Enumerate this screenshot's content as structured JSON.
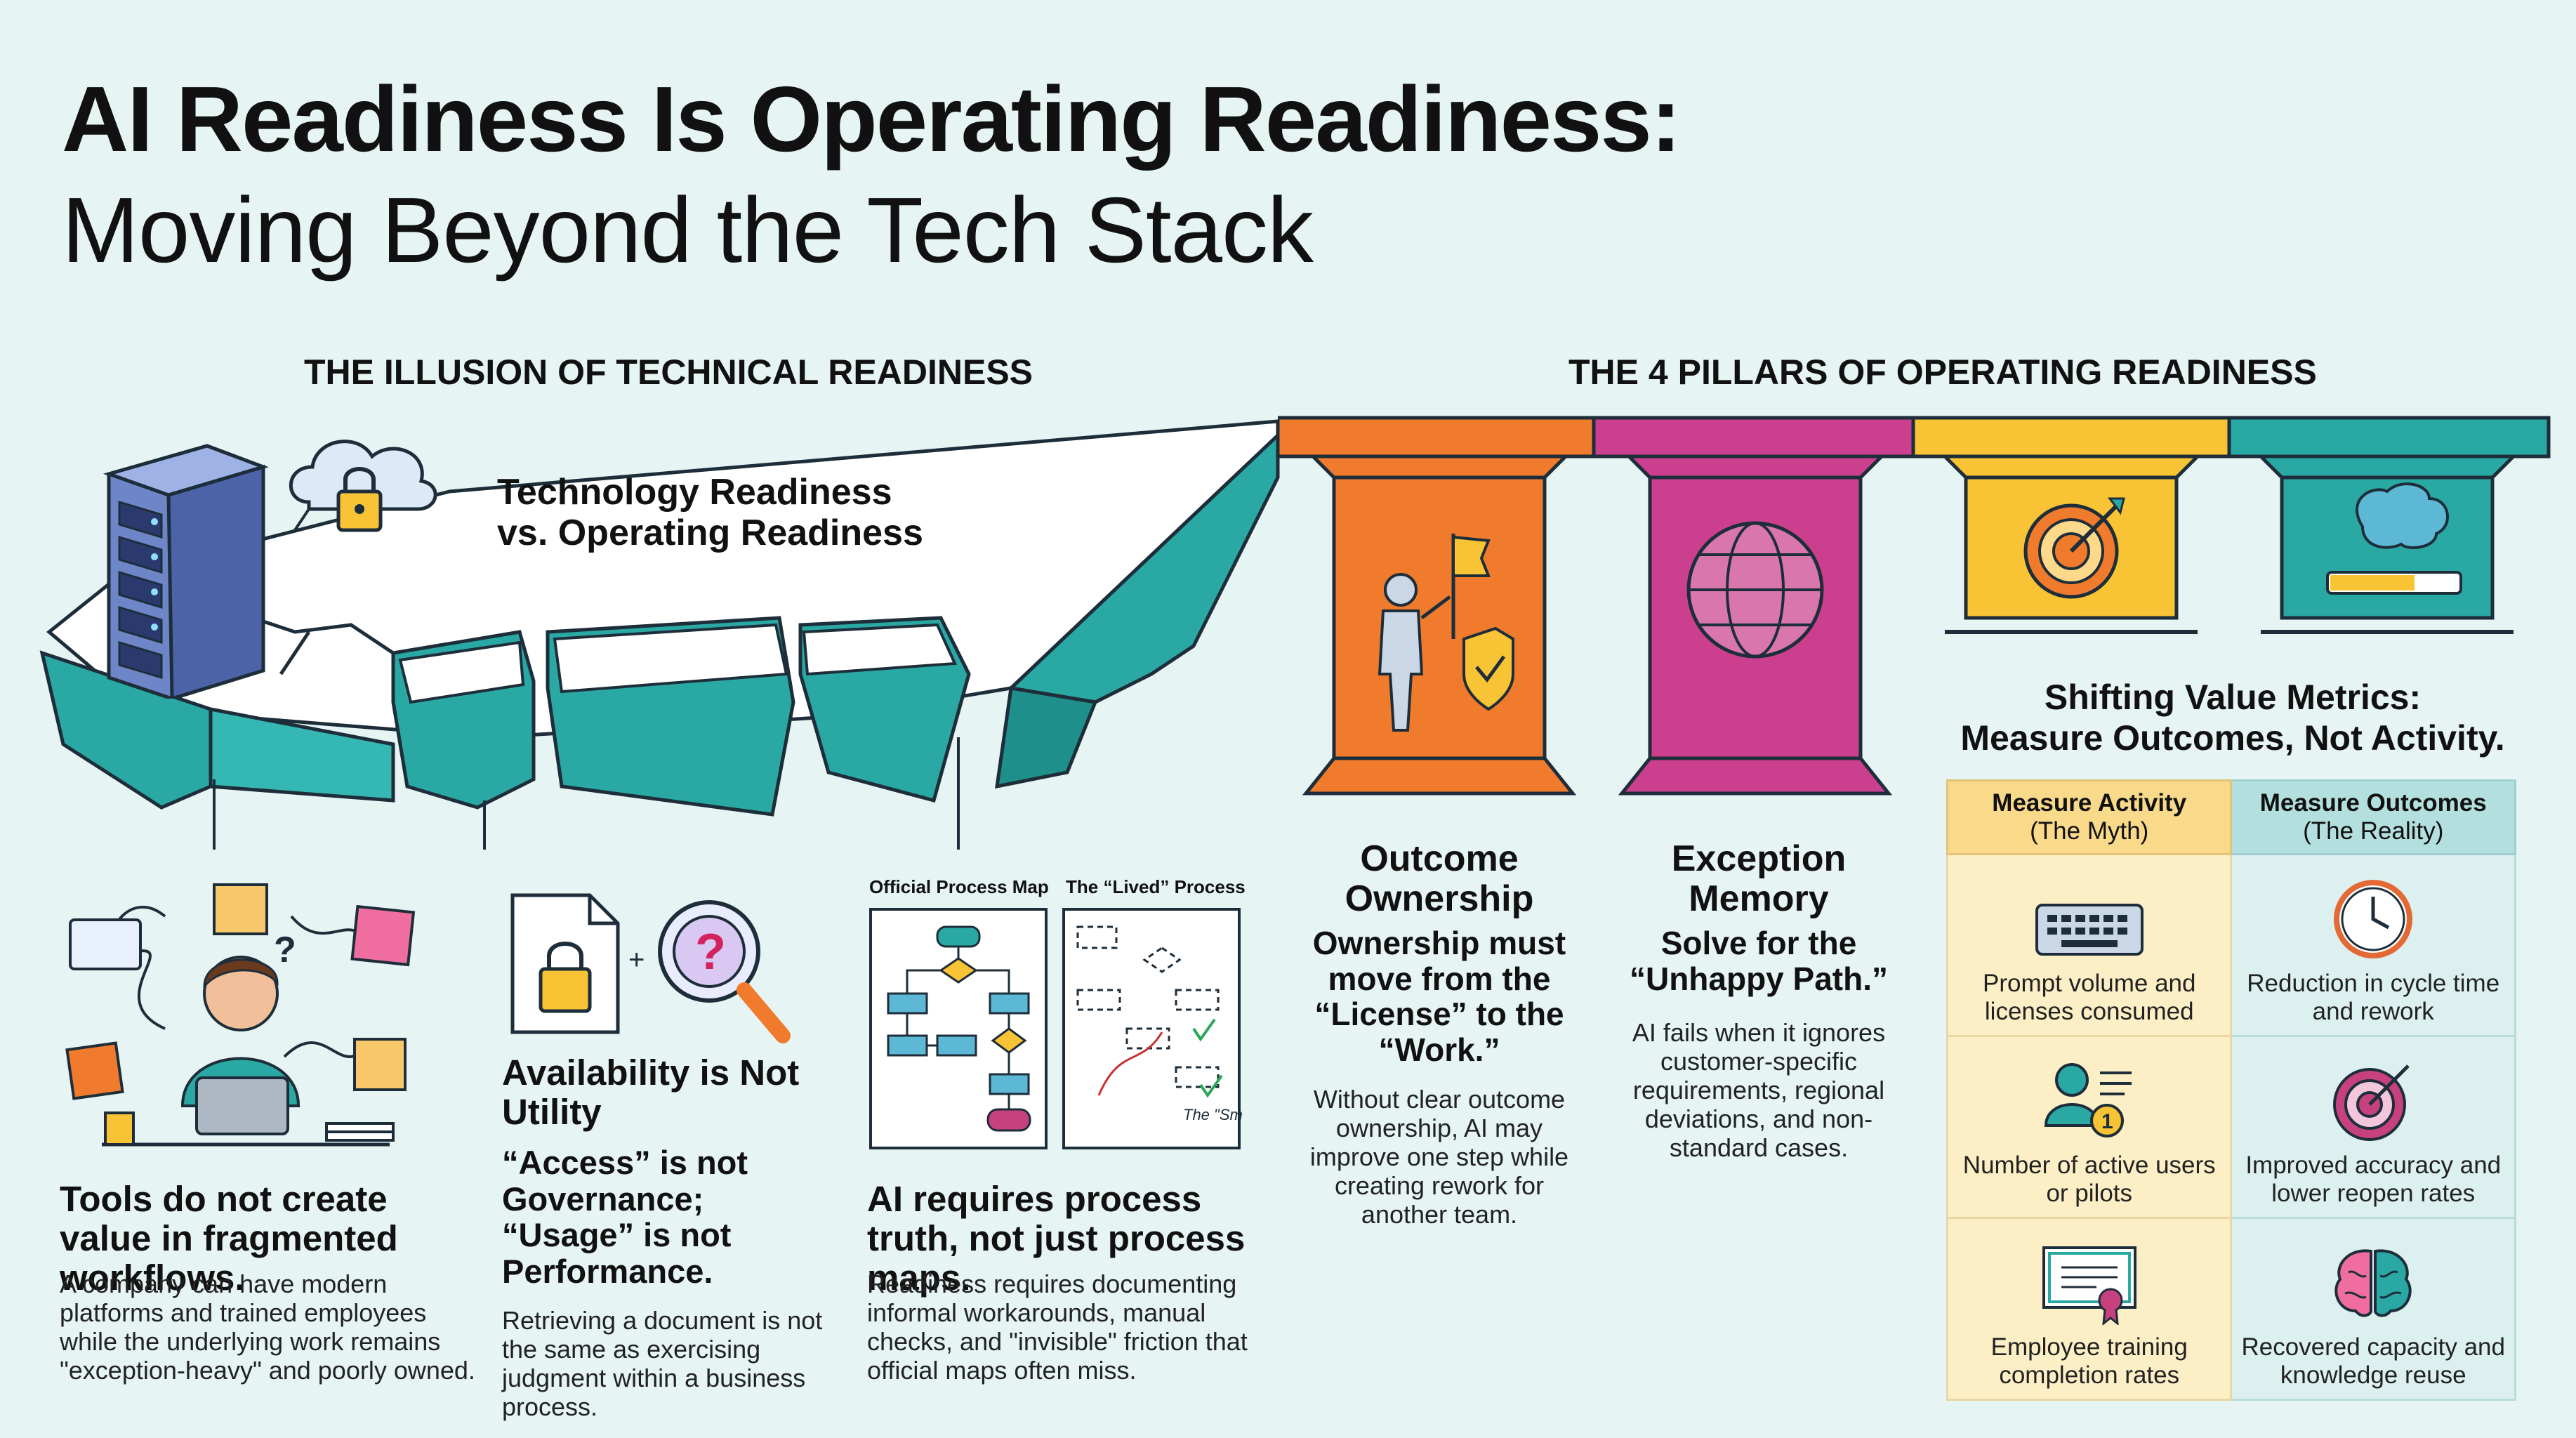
{
  "title": {
    "line1": "AI Readiness Is Operating Readiness:",
    "line2": "Moving Beyond the Tech Stack"
  },
  "left_section": {
    "heading": "THE ILLUSION OF TECHNICAL READINESS",
    "cliff_label": "Technology Readiness\nvs. Operating Readiness",
    "columns": [
      {
        "heading": "Tools do not create value in fragmented workflows.",
        "body": "A company can have modern platforms and trained employees while the underlying work remains \"exception-heavy\" and poorly owned."
      },
      {
        "heading": "Availability is Not Utility",
        "subheading": "“Access” is not Governance; “Usage” is not Performance.",
        "body": "Retrieving a document is not the same as exercising judgment within a business process."
      },
      {
        "heading": "AI requires process truth, not just process maps.",
        "body": "Readiness requires documenting informal workarounds, manual checks, and \"invisible\" friction that official maps often miss.",
        "map_labels": {
          "official": "Official Process Map",
          "lived": "The “Lived” Process"
        }
      }
    ]
  },
  "right_section": {
    "heading": "THE 4 PILLARS OF OPERATING READINESS",
    "pillars": [
      {
        "name": "Outcome Ownership",
        "tagline": "Ownership must move from the “License” to the “Work.”",
        "body": "Without clear outcome ownership, AI may improve one step while creating rework for another team.",
        "color": "#f07b2c",
        "icon": "person-flag-shield-icon"
      },
      {
        "name": "Exception Memory",
        "tagline": "Solve for the “Unhappy Path.”",
        "body": "AI fails when it ignores customer-specific requirements, regional deviations, and non-standard cases.",
        "color": "#cc3f8e",
        "icon": "globe-icon"
      },
      {
        "color": "#f8c335",
        "icon": "target-icon"
      },
      {
        "color": "#2aa8a4",
        "icon": "brain-progress-icon"
      }
    ],
    "metrics": {
      "title": "Shifting Value Metrics:\nMeasure Outcomes, Not Activity.",
      "columns": [
        {
          "header": "Measure Activity",
          "sub": "(The Myth)"
        },
        {
          "header": "Measure Outcomes",
          "sub": "(The Reality)"
        }
      ],
      "rows": [
        {
          "activity": "Prompt volume and licenses consumed",
          "outcome": "Reduction in cycle time and rework",
          "activity_icon": "keyboard-icon",
          "outcome_icon": "clock-icon"
        },
        {
          "activity": "Number of active users or pilots",
          "outcome": "Improved accuracy and lower reopen rates",
          "activity_icon": "user-count-icon",
          "outcome_icon": "target-icon"
        },
        {
          "activity": "Employee training completion rates",
          "outcome": "Recovered capacity and knowledge reuse",
          "activity_icon": "certificate-icon",
          "outcome_icon": "brain-icon"
        }
      ],
      "colors": {
        "activity_bg": "#fcefc6",
        "activity_head": "#f9d98a",
        "outcome_bg": "#dcf0f0",
        "outcome_head": "#b3e0de"
      }
    }
  }
}
